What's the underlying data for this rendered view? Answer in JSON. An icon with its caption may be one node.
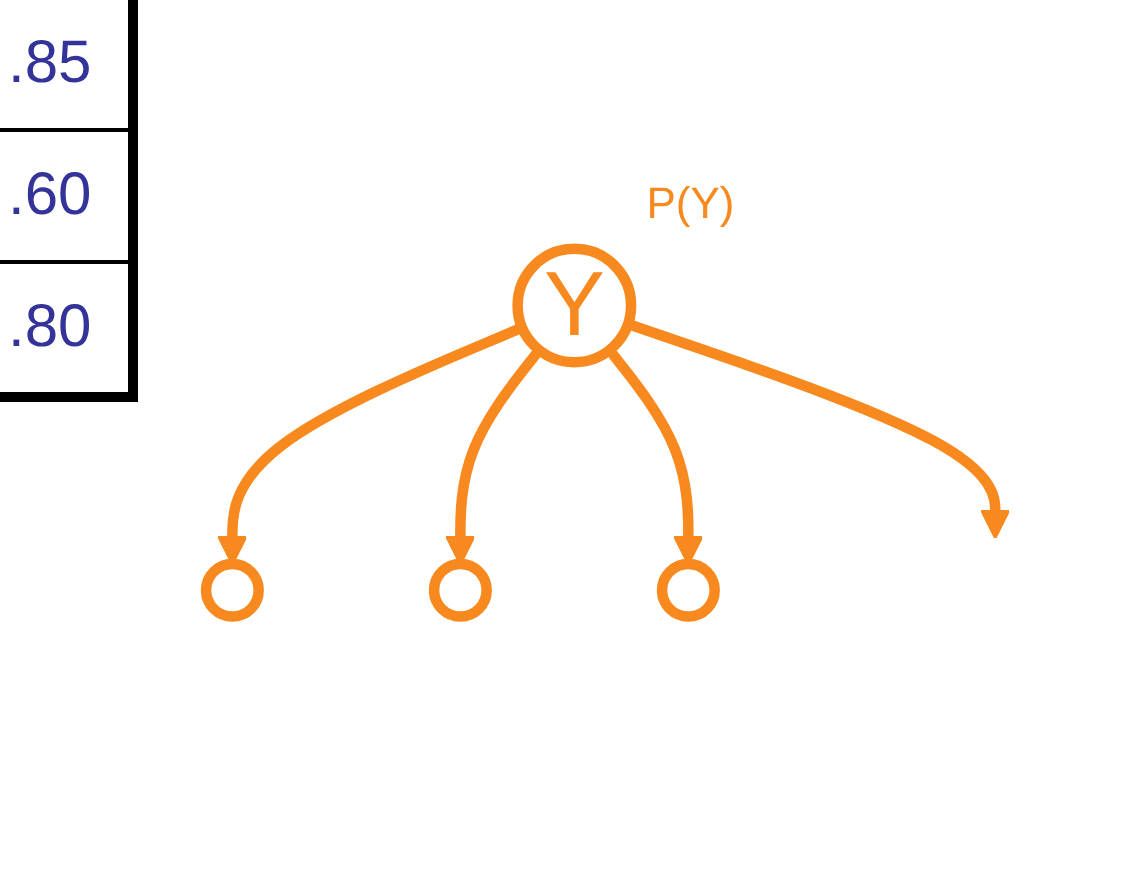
{
  "diagram": {
    "nodes": [
      {
        "text": [
          "Y"
        ],
        "beside": [
          "P(Y)"
        ]
      },
      {
        "text": [],
        "shape": "circle"
      },
      {
        "text": [],
        "shape": "circle"
      },
      {
        "text": [],
        "shape": "circle"
      }
    ],
    "edges": [
      {
        "from": 0,
        "to": 1,
        "arrow": "to"
      },
      {
        "from": 0,
        "to": 2,
        "arrow": "to"
      },
      {
        "from": 0,
        "to": 3,
        "arrow": "to"
      },
      {
        "from": 0,
        "to": null,
        "arrow": "to"
      }
    ],
    "labels": [
      ".85",
      ".60",
      ".80"
    ]
  }
}
